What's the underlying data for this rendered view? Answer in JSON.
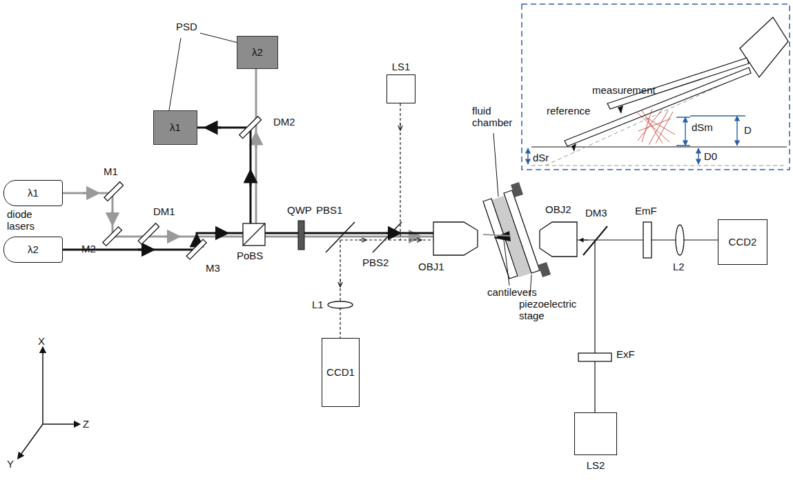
{
  "diagram": {
    "nodes": [
      {
        "text": [
          "λ1"
        ]
      },
      {
        "text": [
          "λ2"
        ]
      },
      {
        "text": [
          "λ1"
        ]
      },
      {
        "text": [
          "λ2"
        ]
      },
      {
        "text": [
          "LS1"
        ]
      },
      {
        "text": [
          "CCD1"
        ]
      },
      {
        "text": [
          "CCD2"
        ]
      },
      {
        "text": [
          "LS2"
        ]
      }
    ],
    "labels": [
      "PSD",
      "M1",
      "M2",
      "DM1",
      "M3",
      "DM2",
      "PoBS",
      "QWP",
      "PBS1",
      "PBS2",
      "L1",
      "OBJ1",
      "fluid chamber",
      "cantilevers",
      "piezoelectric stage",
      "OBJ2",
      "DM3",
      "EmF",
      "L2",
      "ExF",
      "diode lasers",
      "measurement",
      "reference",
      "dSm",
      "D",
      "D0",
      "dSr",
      "X",
      "Y",
      "Z"
    ]
  }
}
